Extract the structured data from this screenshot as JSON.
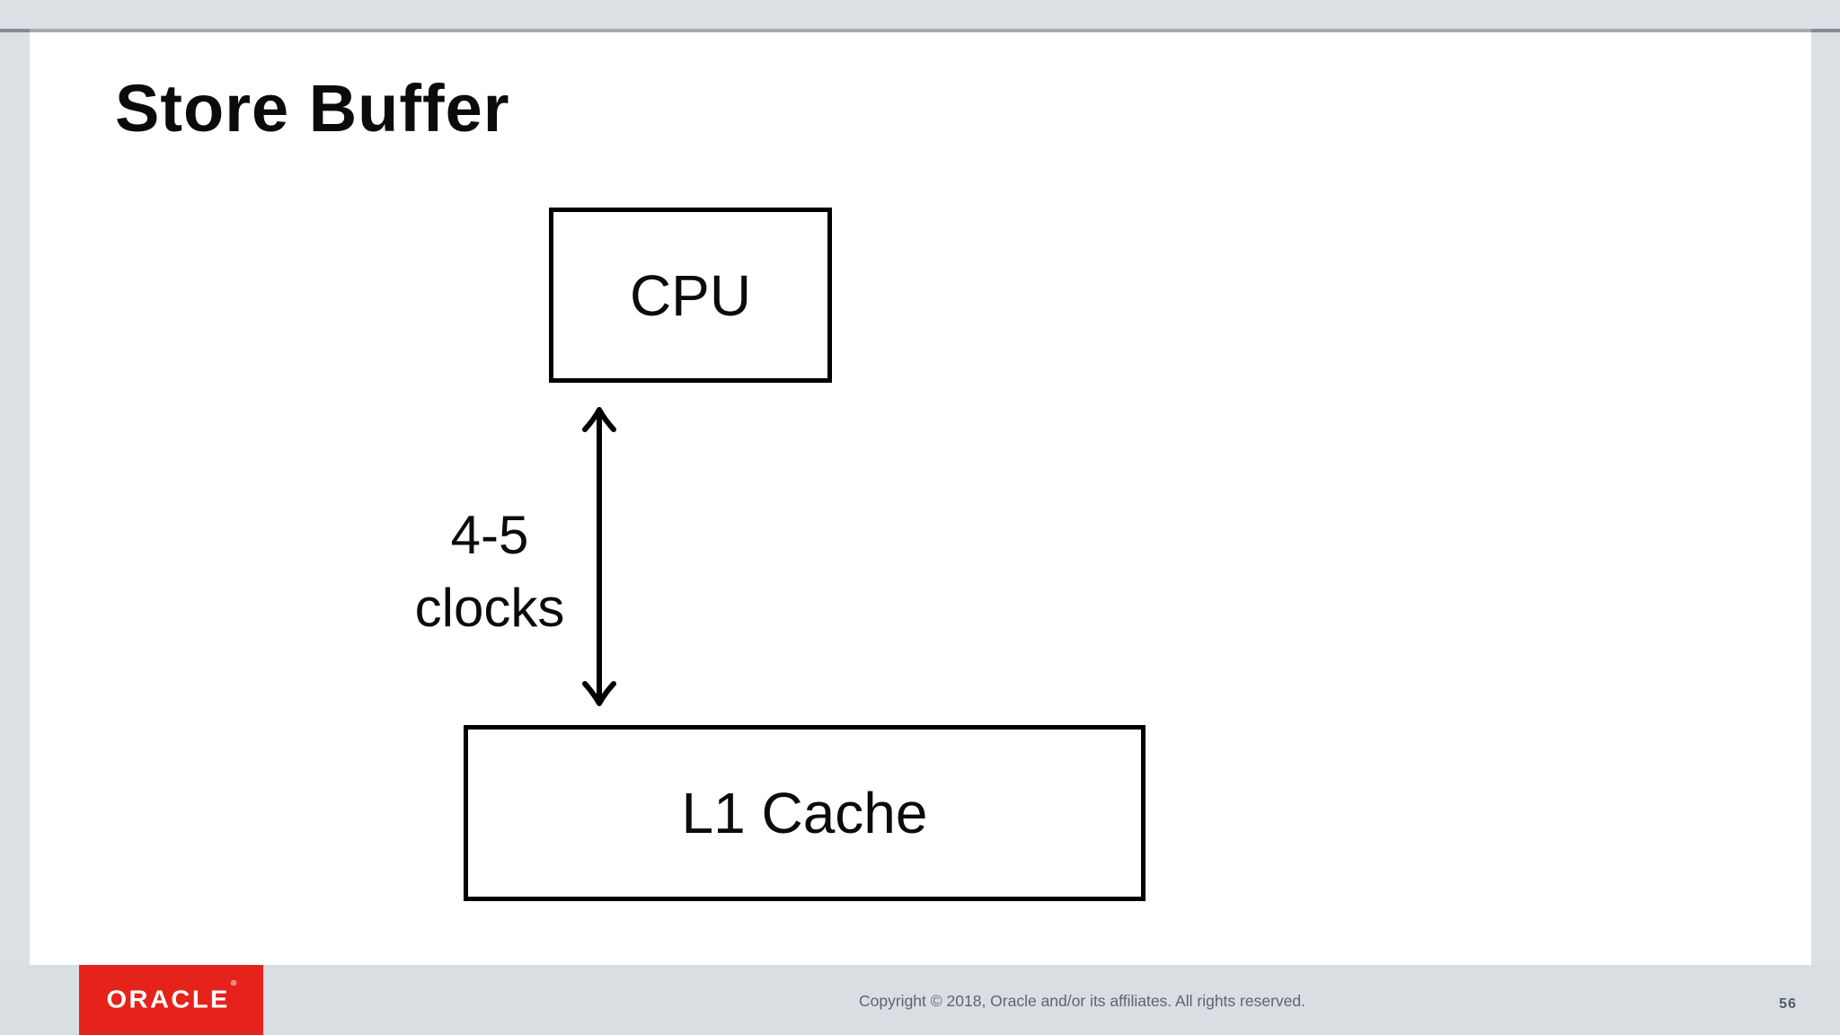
{
  "slide": {
    "title": "Store Buffer",
    "diagram": {
      "cpu_label": "CPU",
      "l1_cache_label": "L1 Cache",
      "latency_line1": "4-5",
      "latency_line2": "clocks",
      "arrow": "double-headed vertical arrow between CPU and L1 Cache"
    }
  },
  "footer": {
    "logo_text": "ORACLE",
    "logo_registered_mark": "®",
    "copyright": "Copyright © 2018, Oracle and/or its affiliates. All rights reserved.",
    "page_number": "56"
  },
  "colors": {
    "background_gray": "#dce0e5",
    "footer_band_gray": "#d9dee3",
    "separator_light": "#a6a9ad",
    "separator_dark": "#878b91",
    "slide_background": "#ffffff",
    "diagram_ink": "#000000",
    "oracle_red": "#e5231b",
    "footer_text_gray": "#5c6570"
  }
}
